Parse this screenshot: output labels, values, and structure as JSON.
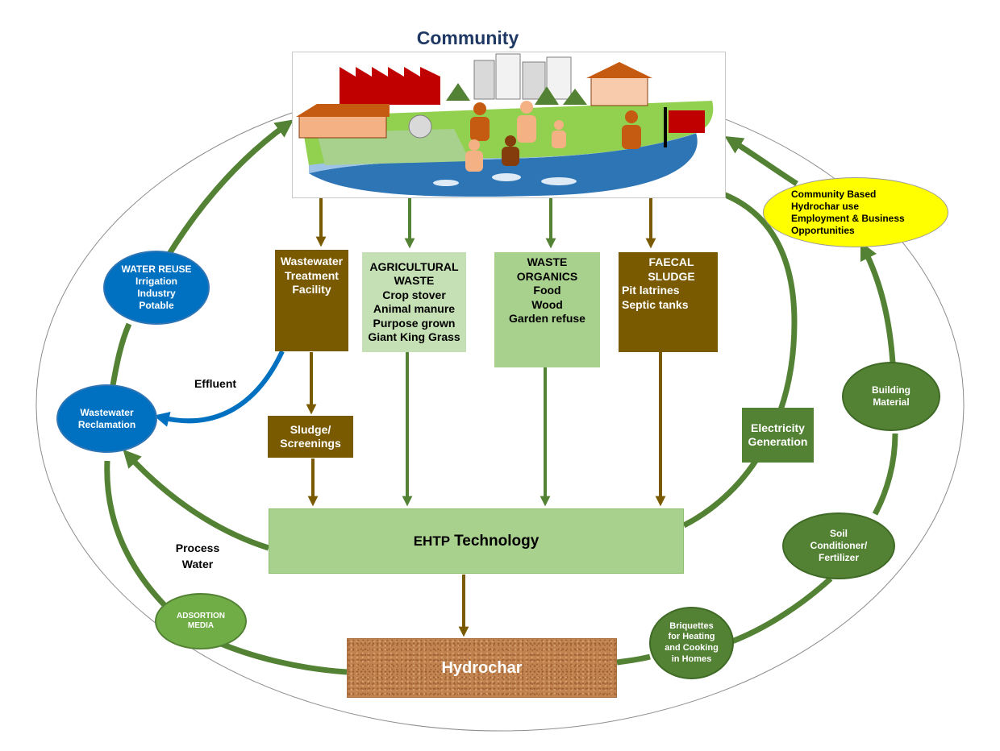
{
  "title": "Community",
  "nodes": {
    "wwtf": [
      "Wastewater",
      "Treatment",
      "Facility"
    ],
    "agri": [
      "AGRICULTURAL",
      "WASTE",
      "Crop stover",
      "Animal manure",
      "Purpose grown",
      "Giant King Grass"
    ],
    "organics": [
      "WASTE",
      "ORGANICS",
      "Food",
      "Wood",
      "Garden refuse"
    ],
    "faecal": [
      "FAECAL SLUDGE",
      "Pit latrines",
      "Septic tanks"
    ],
    "sludge": [
      "Sludge/",
      "Screenings"
    ],
    "ehtp": [
      "EHTP",
      "Technology"
    ],
    "hydrochar": "Hydrochar",
    "electricity": [
      "Electricity",
      "Generation"
    ],
    "water_reuse": [
      "WATER REUSE",
      "Irrigation",
      "Industry",
      "Potable"
    ],
    "ww_reclamation": [
      "Wastewater",
      "Reclamation"
    ],
    "adsorption": [
      "ADSORTION",
      "MEDIA"
    ],
    "briquettes": [
      "Briquettes",
      "for Heating",
      "and Cooking",
      "in Homes"
    ],
    "soil": [
      "Soil",
      "Conditioner/",
      "Fertilizer"
    ],
    "building": [
      "Building",
      "Material"
    ],
    "community_based": [
      "Community Based",
      "Hydrochar use",
      "Employment & Business",
      "Opportunities"
    ]
  },
  "labels": {
    "effluent": "Effluent",
    "process_water": [
      "Process",
      "Water"
    ]
  },
  "colors": {
    "brown": "#7a5a00",
    "green_arrow": "#548235",
    "blue_arrow": "#0070c0",
    "light_green_box": "#a9d18e",
    "pale_green_box": "#c5e0b4",
    "title": "#1f3864"
  }
}
